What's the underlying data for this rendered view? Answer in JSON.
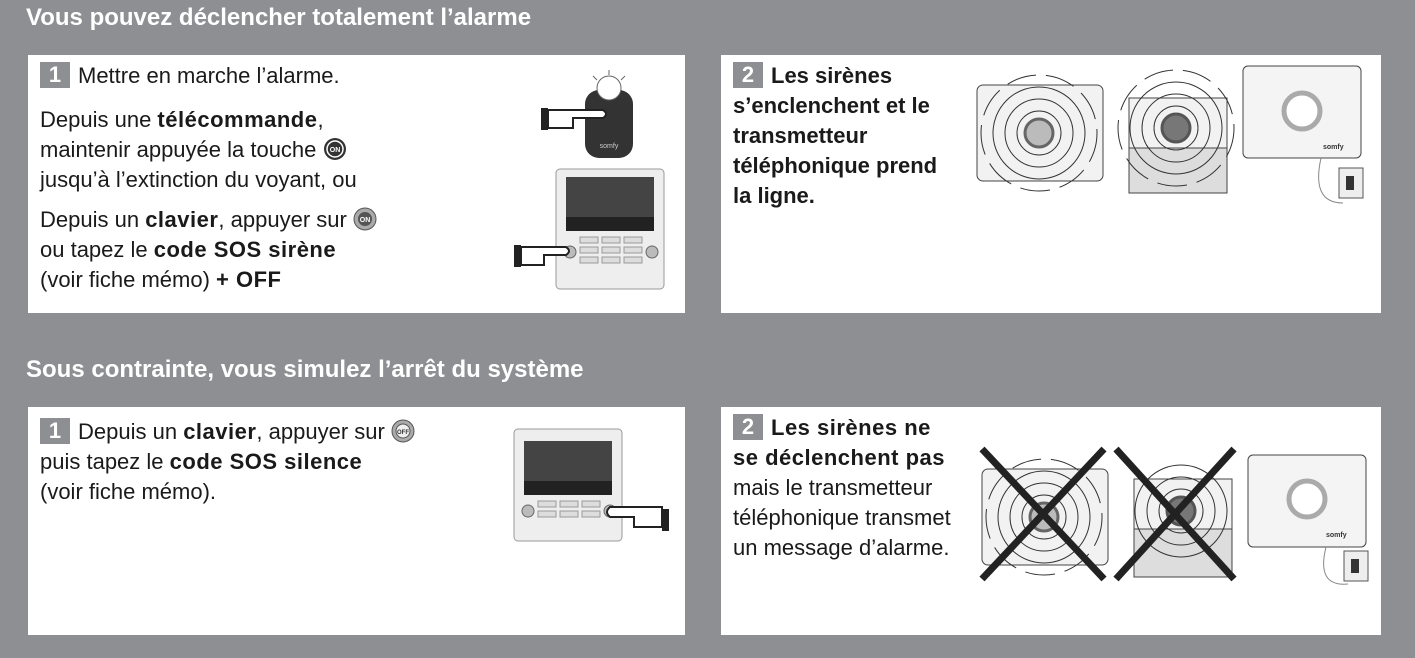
{
  "section1": {
    "title": "Vous pouvez déclencher totalement l’alarme",
    "step1": {
      "number": "1",
      "intro": "Mettre en marche l’alarme.",
      "remote_a": "Depuis une ",
      "remote_b": "télécommande",
      "remote_c": ",",
      "remote_d": "maintenir appuyée la touche",
      "remote_e": "jusqu’à l’extinction du voyant, ou",
      "keypad_a": "Depuis un ",
      "keypad_b": "clavier",
      "keypad_c": ", appuyer sur",
      "keypad_d": "ou tapez le ",
      "keypad_e": "code SOS sirène",
      "keypad_f": "(voir fiche mémo) ",
      "keypad_g": "+ OFF",
      "on_icon_label": "ON",
      "brand": "somfy"
    },
    "step2": {
      "number": "2",
      "text": "Les sirènes s’enclenchent et le transmetteur téléphonique prend la ligne."
    }
  },
  "section2": {
    "title": "Sous contrainte, vous simulez l’arrêt du système",
    "step1": {
      "number": "1",
      "a": "Depuis un ",
      "b": "clavier",
      "c": ", appuyer sur",
      "d": "puis tapez le ",
      "e": "code SOS silence",
      "f": "(voir fiche mémo).",
      "off_icon_label": "OFF"
    },
    "step2": {
      "number": "2",
      "a": "Les sirènes ne se déclenchent pas",
      "b": " mais le transmetteur téléphonique transmet un message d’alarme."
    }
  }
}
